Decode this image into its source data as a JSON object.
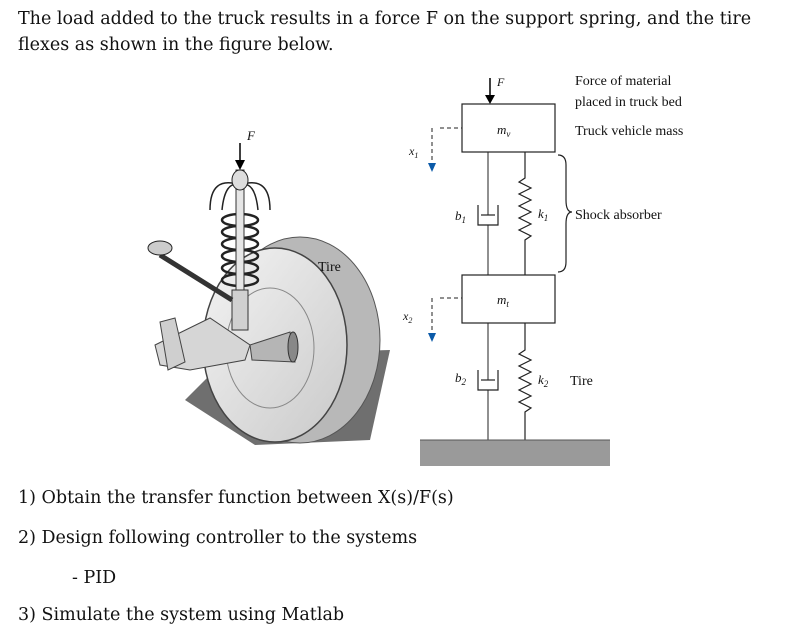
{
  "problem": {
    "intro": "The load added to the truck results in a force F on the support spring, and the tire flexes as shown in the figure below.",
    "questions": [
      "1) Obtain the transfer function between X(s)/F(s)",
      "2) Design following controller to the systems",
      "- PID",
      "3) Simulate the system using Matlab"
    ]
  },
  "figure": {
    "left": {
      "force_label": "F",
      "tire_label": "Tire"
    },
    "right": {
      "force_label": "F",
      "x1": "x",
      "x1_sub": "1",
      "x2": "x",
      "x2_sub": "2",
      "mv": "m",
      "mv_sub": "v",
      "mt": "m",
      "mt_sub": "t",
      "b1": "b",
      "b1_sub": "1",
      "b2": "b",
      "b2_sub": "2",
      "k1": "k",
      "k1_sub": "1",
      "k2": "k",
      "k2_sub": "2",
      "annotations": {
        "force_material_1": "Force of material",
        "force_material_2": "placed in truck bed",
        "truck_mass": "Truck vehicle mass",
        "shock_absorber": "Shock absorber",
        "tire": "Tire"
      }
    }
  }
}
